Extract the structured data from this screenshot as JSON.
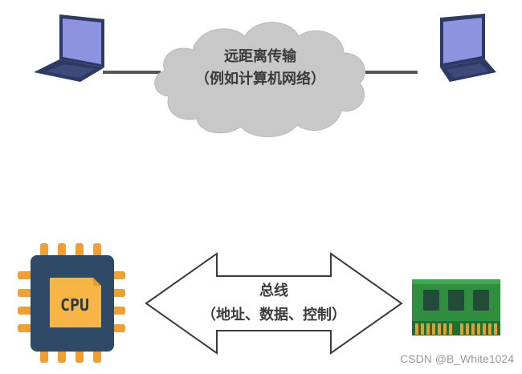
{
  "network": {
    "label_line1": "远距离传输",
    "label_line2": "（例如计算机网络）"
  },
  "bus": {
    "label_line1": "总线",
    "label_line2": "（地址、数据、控制）"
  },
  "cpu": {
    "label": "CPU"
  },
  "watermark": {
    "text": "CSDN @B_White1024"
  },
  "colors": {
    "laptop_screen": "#8E93E0",
    "laptop_frame": "#2E3A66",
    "cloud": "#C8C8C8",
    "link_line": "#555555",
    "cpu_body": "#2F4A66",
    "cpu_core": "#F6B545",
    "cpu_pins": "#F0A030",
    "memory_board": "#2F8F3F",
    "memory_chip": "#244A3A",
    "memory_contacts": "#E0A030"
  }
}
